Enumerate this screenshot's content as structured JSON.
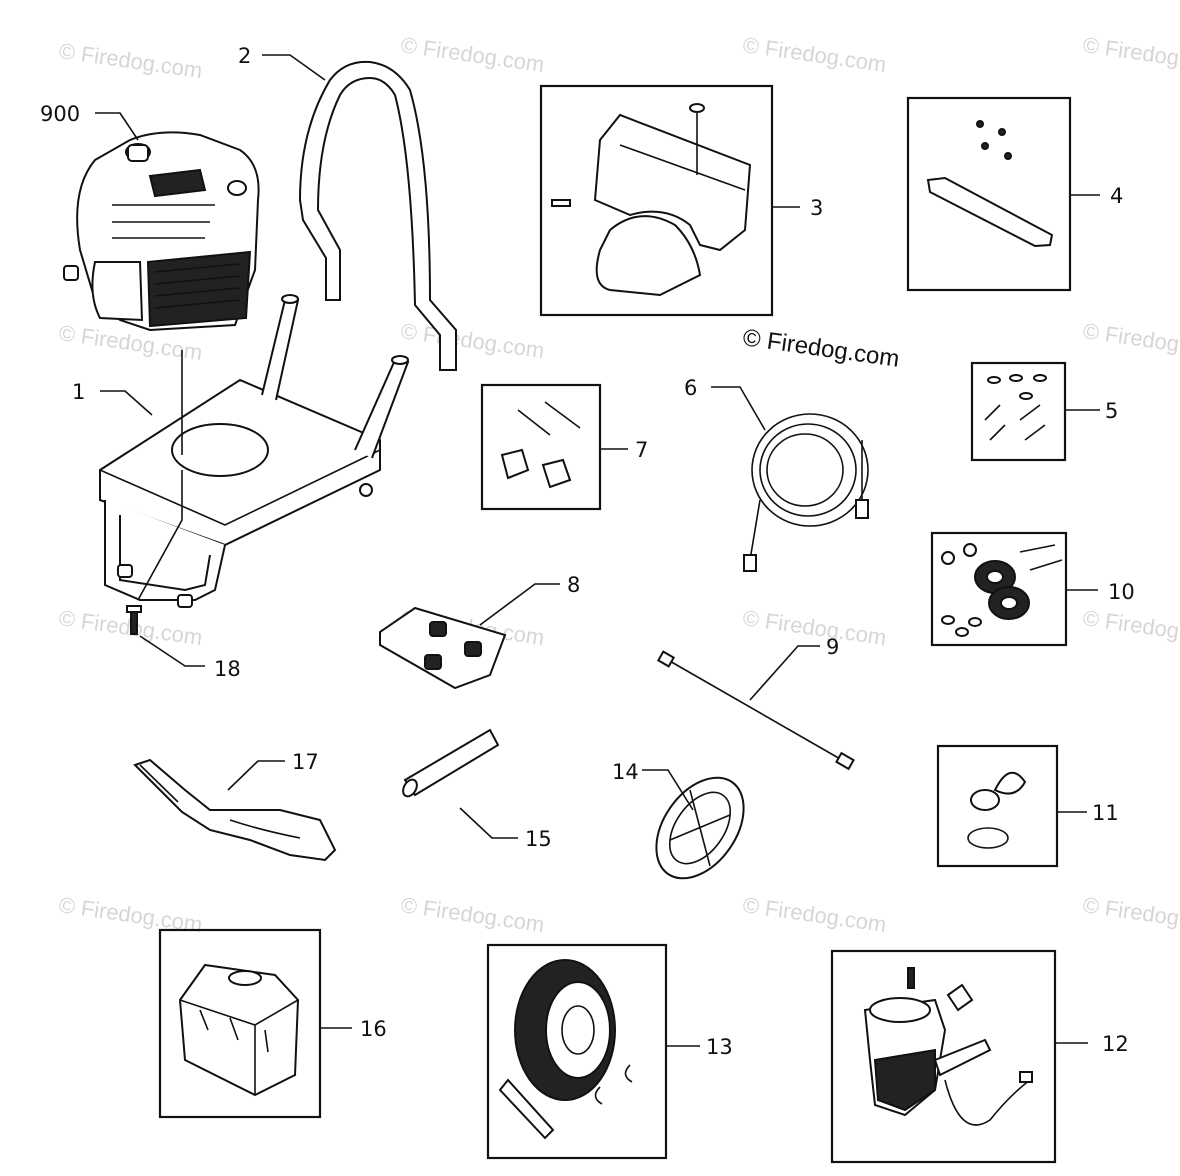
{
  "watermark": {
    "text": "© Firedog.com"
  },
  "callouts": {
    "c900": "900",
    "c1": "1",
    "c2": "2",
    "c3": "3",
    "c4": "4",
    "c5": "5",
    "c6": "6",
    "c7": "7",
    "c8": "8",
    "c9": "9",
    "c10": "10",
    "c11": "11",
    "c12": "12",
    "c13": "13",
    "c14": "14",
    "c15": "15",
    "c16": "16",
    "c17": "17",
    "c18": "18"
  }
}
